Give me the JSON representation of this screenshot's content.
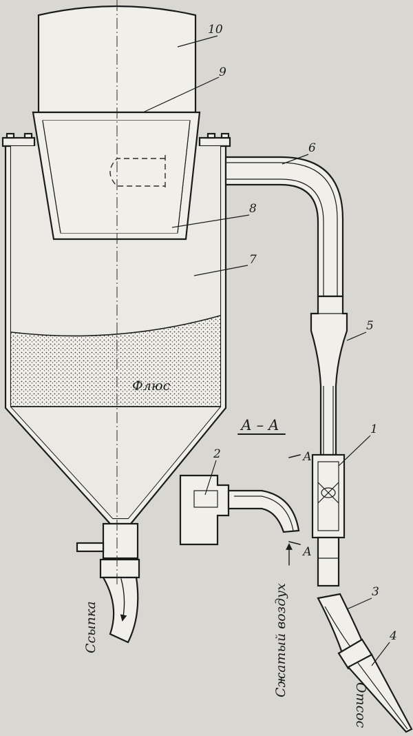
{
  "part_numbers": {
    "p1": "1",
    "p2": "2",
    "p3": "3",
    "p4": "4",
    "p5": "5",
    "p6": "6",
    "p7": "7",
    "p8": "8",
    "p9": "9",
    "p10": "10"
  },
  "labels": {
    "flux": "Флюс",
    "section": "А – А",
    "section_mark_upper": "А",
    "section_mark_lower": "А",
    "pouring": "Ссыпка",
    "compressed_air": "Сжатый воздух",
    "suction": "Отсос"
  }
}
